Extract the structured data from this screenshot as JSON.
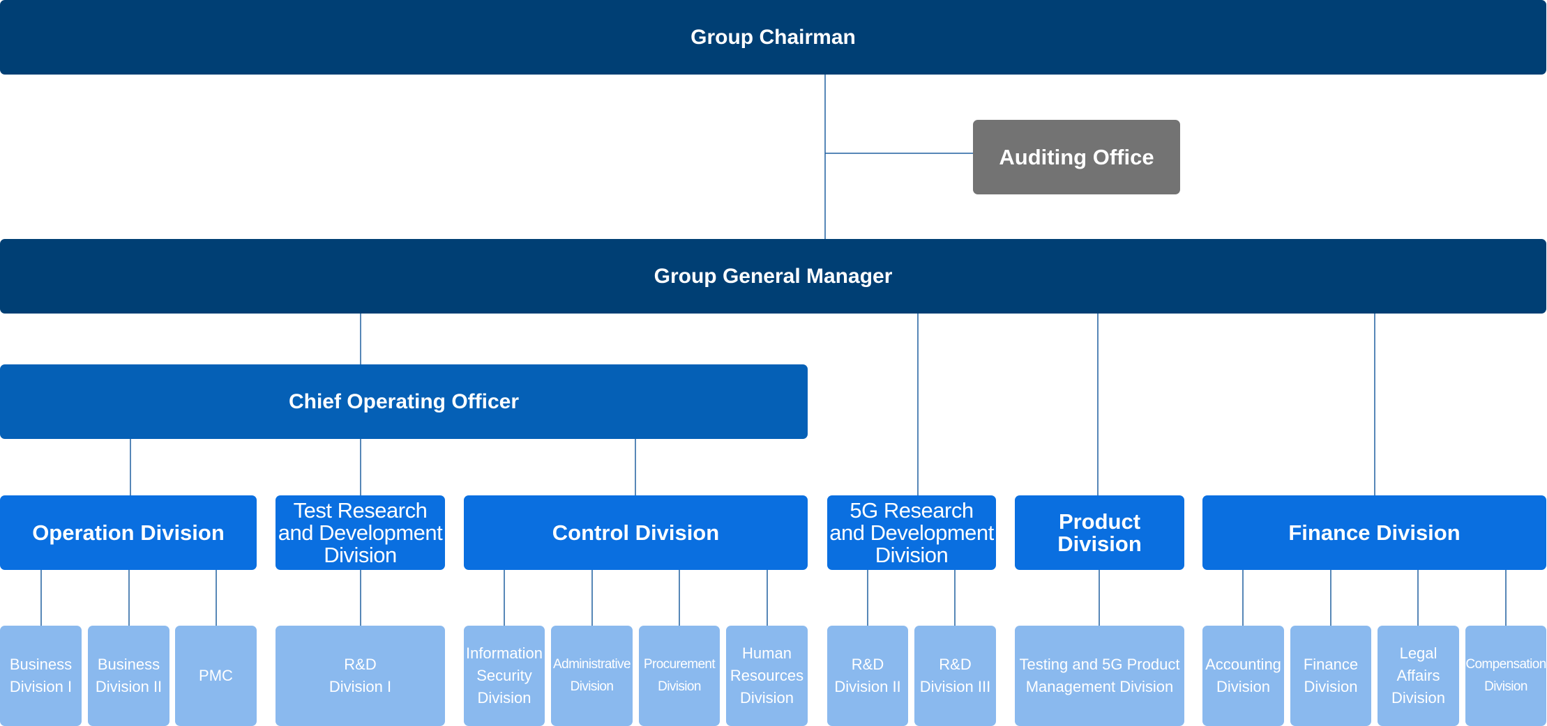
{
  "chart": {
    "top": {
      "chairman": "Group Chairman",
      "auditing": "Auditing Office",
      "general_manager": "Group General Manager",
      "coo": "Chief Operating Officer"
    },
    "divisions": {
      "operation": "Operation Division",
      "test_rd": "Test Research\nand Development\nDivision",
      "control": "Control Division",
      "rd5g": "5G Research\nand Development\nDivision",
      "product": "Product\nDivision",
      "finance": "Finance Division"
    },
    "units": {
      "biz1": "Business\nDivision I",
      "biz2": "Business\nDivision II",
      "pmc": "PMC",
      "rd1": "R&D\nDivision I",
      "infosec": "Information\nSecurity\nDivision",
      "admin": "Administrative\nDivision",
      "procurement": "Procurement\nDivision",
      "hr": "Human\nResources\nDivision",
      "rd2": "R&D\nDivision II",
      "rd3": "R&D\nDivision III",
      "testing5g": "Testing and 5G Product\nManagement Division",
      "accounting": "Accounting\nDivision",
      "finance_unit": "Finance\nDivision",
      "legal": "Legal\nAffairs\nDivision",
      "compensation": "Compensation\nDivision"
    }
  },
  "colors": {
    "top_level": "#003f74",
    "auditing": "#737373",
    "coo": "#0560b6",
    "division": "#0a6fe0",
    "unit": "#8ab9ee",
    "connector": "#1f5f9f"
  }
}
